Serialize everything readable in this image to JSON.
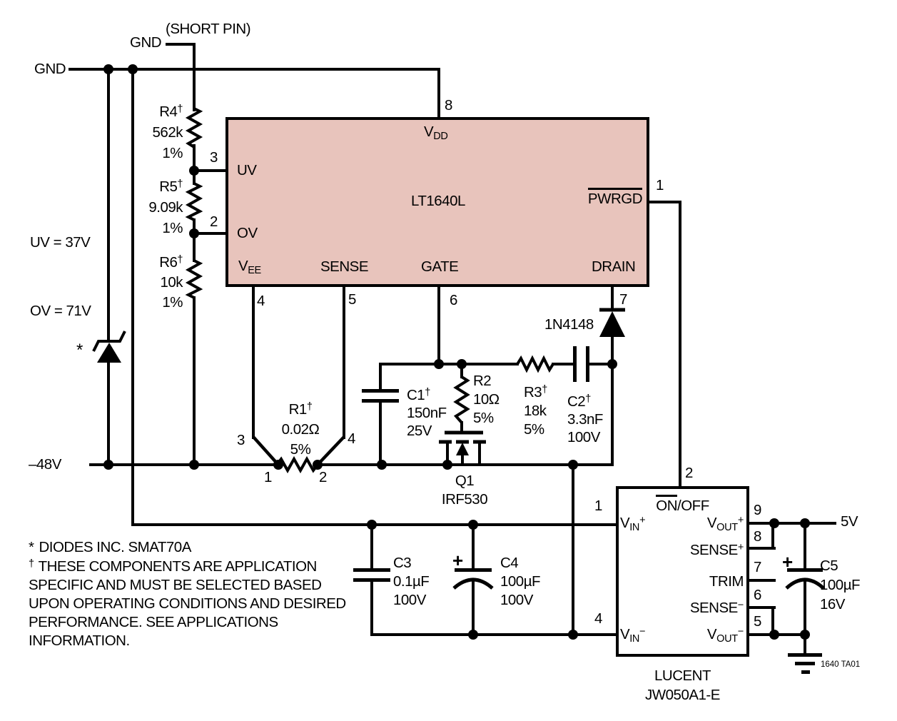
{
  "colors": {
    "ic_fill": "#e8c4bc",
    "line": "#000000",
    "background": "#ffffff"
  },
  "rails": {
    "gnd": "GND",
    "gnd_short_pin": "GND",
    "short_pin_note": "(SHORT PIN)",
    "uv_threshold": "UV = 37V",
    "ov_threshold": "OV = 71V",
    "neg_rail": "–48V",
    "output_5v": "5V"
  },
  "ic": {
    "part": "LT1640L",
    "pins": {
      "vdd": {
        "num": "8",
        "base": "V",
        "sub": "DD"
      },
      "uv": {
        "num": "3",
        "label": "UV"
      },
      "ov": {
        "num": "2",
        "label": "OV"
      },
      "vee": {
        "num": "4",
        "base": "V",
        "sub": "EE"
      },
      "sense": {
        "num": "5",
        "label": "SENSE"
      },
      "gate": {
        "num": "6",
        "label": "GATE"
      },
      "drain": {
        "num": "7",
        "label": "DRAIN"
      },
      "pwrgd": {
        "num": "1",
        "label": "PWRGD"
      }
    }
  },
  "module": {
    "vendor": "LUCENT",
    "part": "JW050A1-E",
    "pins": {
      "onoff": {
        "num": "2",
        "over": "ON",
        "rest": "/OFF"
      },
      "vin_plus": {
        "num": "1",
        "base": "V",
        "sub": "IN",
        "sup": "+"
      },
      "vin_minus": {
        "num": "4",
        "base": "V",
        "sub": "IN",
        "sup": "−"
      },
      "vout_plus": {
        "num": "9",
        "base": "V",
        "sub": "OUT",
        "sup": "+"
      },
      "sense_plus": {
        "num": "8",
        "base": "SENSE",
        "sup": "+"
      },
      "trim": {
        "num": "7",
        "label": "TRIM"
      },
      "sense_minus": {
        "num": "6",
        "base": "SENSE",
        "sup": "−"
      },
      "vout_minus": {
        "num": "5",
        "base": "V",
        "sub": "OUT",
        "sup": "−"
      }
    }
  },
  "components": {
    "r1": {
      "ref": "R1",
      "dagger": "†",
      "value": "0.02Ω",
      "tol": "5%",
      "t1": "1",
      "t2": "2",
      "t3": "3",
      "t4": "4"
    },
    "r2": {
      "ref": "R2",
      "value": "10Ω",
      "tol": "5%"
    },
    "r3": {
      "ref": "R3",
      "dagger": "†",
      "value": "18k",
      "tol": "5%"
    },
    "r4": {
      "ref": "R4",
      "dagger": "†",
      "value": "562k",
      "tol": "1%"
    },
    "r5": {
      "ref": "R5",
      "dagger": "†",
      "value": "9.09k",
      "tol": "1%"
    },
    "r6": {
      "ref": "R6",
      "dagger": "†",
      "value": "10k",
      "tol": "1%"
    },
    "c1": {
      "ref": "C1",
      "dagger": "†",
      "value": "150nF",
      "rating": "25V"
    },
    "c2": {
      "ref": "C2",
      "dagger": "†",
      "value": "3.3nF",
      "rating": "100V"
    },
    "c3": {
      "ref": "C3",
      "value": "0.1µF",
      "rating": "100V"
    },
    "c4": {
      "ref": "C4",
      "value": "100µF",
      "rating": "100V",
      "polarity": "+"
    },
    "c5": {
      "ref": "C5",
      "value": "100µF",
      "rating": "16V",
      "polarity": "+"
    },
    "d1": {
      "ref": "1N4148"
    },
    "zener_star": "*",
    "q1": {
      "ref": "Q1",
      "part": "IRF530"
    }
  },
  "notes": {
    "star": "*",
    "star_text": "DIODES INC. SMAT70A",
    "dagger": "†",
    "dagger_text": "THESE COMPONENTS ARE APPLICATION",
    "line3": "SPECIFIC AND MUST BE SELECTED BASED",
    "line4": "UPON OPERATING CONDITIONS AND DESIRED",
    "line5": "PERFORMANCE. SEE APPLICATIONS",
    "line6": "INFORMATION."
  },
  "footer": {
    "tag": "1640 TA01"
  }
}
